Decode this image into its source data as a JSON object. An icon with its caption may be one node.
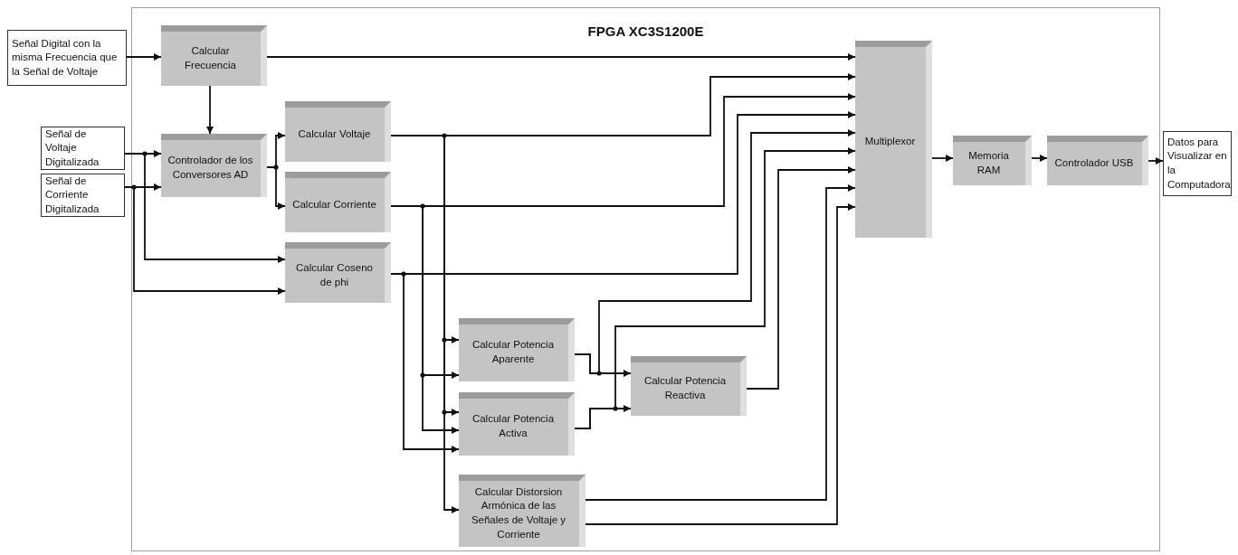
{
  "diagram": {
    "nodes": [
      {
        "text": [
          "FPGA XC3S1200E"
        ]
      },
      {
        "text": [
          "Señal Digital con la misma Frecuencia que la Señal de Voltaje"
        ]
      },
      {
        "text": [
          "Señal de Voltaje Digitalizada"
        ]
      },
      {
        "text": [
          "Señal de Corriente Digitalizada"
        ]
      },
      {
        "text": [
          "Calcular Frecuencia"
        ],
        "in": 0
      },
      {
        "text": [
          "Controlador de los Conversores AD"
        ],
        "in": 0
      },
      {
        "text": [
          "Calcular Voltaje"
        ],
        "in": 0
      },
      {
        "text": [
          "Calcular Corriente"
        ],
        "in": 0
      },
      {
        "text": [
          "Calcular Coseno de phi"
        ],
        "in": 0
      },
      {
        "text": [
          "Calcular Potencia Aparente"
        ],
        "in": 0
      },
      {
        "text": [
          "Calcular Potencia Activa"
        ],
        "in": 0
      },
      {
        "text": [
          "Calcular Potencia Reactiva"
        ],
        "in": 0
      },
      {
        "text": [
          "Calcular Distorsion Armónica de las Señales de Voltaje y Corriente"
        ],
        "in": 0
      },
      {
        "text": [
          "Multiplexor"
        ],
        "in": 0
      },
      {
        "text": [
          "Memoria RAM"
        ],
        "in": 0
      },
      {
        "text": [
          "Controlador USB"
        ],
        "in": 0
      },
      {
        "text": [
          "Datos para Visualizar en la Computadora"
        ]
      }
    ],
    "edges": [
      {
        "from": 1,
        "to": 4,
        "arrow": "to"
      },
      {
        "from": 4,
        "to": 5,
        "arrow": "to"
      },
      {
        "from": 2,
        "to": 5,
        "arrow": "to"
      },
      {
        "from": 3,
        "to": 5,
        "arrow": "to"
      },
      {
        "from": 2,
        "to": 8,
        "arrow": "to"
      },
      {
        "from": 3,
        "to": 8,
        "arrow": "to"
      },
      {
        "from": 5,
        "to": 6,
        "arrow": "to"
      },
      {
        "from": 5,
        "to": 7,
        "arrow": "to"
      },
      {
        "from": 4,
        "to": 13,
        "arrow": "to"
      },
      {
        "from": 6,
        "to": 13,
        "arrow": "to"
      },
      {
        "from": 7,
        "to": 13,
        "arrow": "to"
      },
      {
        "from": 8,
        "to": 13,
        "arrow": "to"
      },
      {
        "from": 6,
        "to": 9,
        "arrow": "to"
      },
      {
        "from": 6,
        "to": 10,
        "arrow": "to"
      },
      {
        "from": 6,
        "to": 12,
        "arrow": "to"
      },
      {
        "from": 7,
        "to": 9,
        "arrow": "to"
      },
      {
        "from": 7,
        "to": 10,
        "arrow": "to"
      },
      {
        "from": 8,
        "to": 10,
        "arrow": "to"
      },
      {
        "from": 9,
        "to": 11,
        "arrow": "to"
      },
      {
        "from": 10,
        "to": 11,
        "arrow": "to"
      },
      {
        "from": 9,
        "to": 13,
        "arrow": "to"
      },
      {
        "from": 10,
        "to": 13,
        "arrow": "to"
      },
      {
        "from": 11,
        "to": 13,
        "arrow": "to"
      },
      {
        "from": 12,
        "to": 13,
        "arrow": "to"
      },
      {
        "from": 12,
        "to": 13,
        "arrow": "to"
      },
      {
        "from": 13,
        "to": 14,
        "arrow": "to"
      },
      {
        "from": 14,
        "to": 15,
        "arrow": "to"
      },
      {
        "from": 15,
        "to": 16,
        "arrow": "to"
      }
    ]
  }
}
